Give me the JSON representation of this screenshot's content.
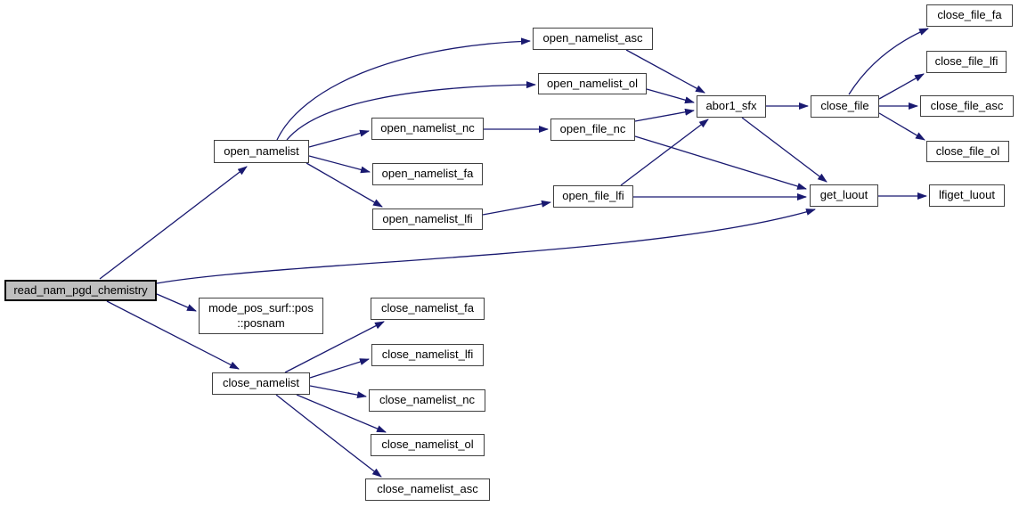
{
  "diagram": {
    "type": "call-graph",
    "colors": {
      "edge": "#191970",
      "node_border": "#404040",
      "node_fill": "#ffffff",
      "highlight_fill": "#bfbfbf",
      "highlight_border": "#000000",
      "text": "#000000"
    },
    "nodes": [
      {
        "id": "read_nam_pgd_chemistry",
        "label": "read_nam_pgd_chemistry",
        "highlighted": true
      },
      {
        "id": "open_namelist",
        "label": "open_namelist",
        "highlighted": false
      },
      {
        "id": "open_namelist_asc",
        "label": "open_namelist_asc",
        "highlighted": false
      },
      {
        "id": "open_namelist_ol",
        "label": "open_namelist_ol",
        "highlighted": false
      },
      {
        "id": "open_namelist_nc",
        "label": "open_namelist_nc",
        "highlighted": false
      },
      {
        "id": "open_namelist_fa",
        "label": "open_namelist_fa",
        "highlighted": false
      },
      {
        "id": "open_namelist_lfi",
        "label": "open_namelist_lfi",
        "highlighted": false
      },
      {
        "id": "open_file_nc",
        "label": "open_file_nc",
        "highlighted": false
      },
      {
        "id": "open_file_lfi",
        "label": "open_file_lfi",
        "highlighted": false
      },
      {
        "id": "abor1_sfx",
        "label": "abor1_sfx",
        "highlighted": false
      },
      {
        "id": "close_file",
        "label": "close_file",
        "highlighted": false
      },
      {
        "id": "close_file_fa",
        "label": "close_file_fa",
        "highlighted": false
      },
      {
        "id": "close_file_lfi",
        "label": "close_file_lfi",
        "highlighted": false
      },
      {
        "id": "close_file_asc",
        "label": "close_file_asc",
        "highlighted": false
      },
      {
        "id": "close_file_ol",
        "label": "close_file_ol",
        "highlighted": false
      },
      {
        "id": "get_luout",
        "label": "get_luout",
        "highlighted": false
      },
      {
        "id": "lfiget_luout",
        "label": "lfiget_luout",
        "highlighted": false
      },
      {
        "id": "posnam",
        "label": "mode_pos_surf::pos\n::posnam",
        "highlighted": false
      },
      {
        "id": "close_namelist",
        "label": "close_namelist",
        "highlighted": false
      },
      {
        "id": "close_namelist_fa",
        "label": "close_namelist_fa",
        "highlighted": false
      },
      {
        "id": "close_namelist_lfi",
        "label": "close_namelist_lfi",
        "highlighted": false
      },
      {
        "id": "close_namelist_nc",
        "label": "close_namelist_nc",
        "highlighted": false
      },
      {
        "id": "close_namelist_ol",
        "label": "close_namelist_ol",
        "highlighted": false
      },
      {
        "id": "close_namelist_asc",
        "label": "close_namelist_asc",
        "highlighted": false
      }
    ],
    "edges": [
      {
        "from": "read_nam_pgd_chemistry",
        "to": "open_namelist"
      },
      {
        "from": "read_nam_pgd_chemistry",
        "to": "get_luout"
      },
      {
        "from": "read_nam_pgd_chemistry",
        "to": "posnam"
      },
      {
        "from": "read_nam_pgd_chemistry",
        "to": "close_namelist"
      },
      {
        "from": "open_namelist",
        "to": "open_namelist_asc"
      },
      {
        "from": "open_namelist",
        "to": "open_namelist_ol"
      },
      {
        "from": "open_namelist",
        "to": "open_namelist_nc"
      },
      {
        "from": "open_namelist",
        "to": "open_namelist_fa"
      },
      {
        "from": "open_namelist",
        "to": "open_namelist_lfi"
      },
      {
        "from": "open_namelist_asc",
        "to": "abor1_sfx"
      },
      {
        "from": "open_namelist_ol",
        "to": "abor1_sfx"
      },
      {
        "from": "open_namelist_nc",
        "to": "open_file_nc"
      },
      {
        "from": "open_namelist_lfi",
        "to": "open_file_lfi"
      },
      {
        "from": "open_file_nc",
        "to": "abor1_sfx"
      },
      {
        "from": "open_file_nc",
        "to": "get_luout"
      },
      {
        "from": "open_file_lfi",
        "to": "abor1_sfx"
      },
      {
        "from": "open_file_lfi",
        "to": "get_luout"
      },
      {
        "from": "abor1_sfx",
        "to": "close_file"
      },
      {
        "from": "abor1_sfx",
        "to": "get_luout"
      },
      {
        "from": "close_file",
        "to": "close_file_fa"
      },
      {
        "from": "close_file",
        "to": "close_file_lfi"
      },
      {
        "from": "close_file",
        "to": "close_file_asc"
      },
      {
        "from": "close_file",
        "to": "close_file_ol"
      },
      {
        "from": "get_luout",
        "to": "lfiget_luout"
      },
      {
        "from": "close_namelist",
        "to": "close_namelist_fa"
      },
      {
        "from": "close_namelist",
        "to": "close_namelist_lfi"
      },
      {
        "from": "close_namelist",
        "to": "close_namelist_nc"
      },
      {
        "from": "close_namelist",
        "to": "close_namelist_ol"
      },
      {
        "from": "close_namelist",
        "to": "close_namelist_asc"
      }
    ]
  }
}
